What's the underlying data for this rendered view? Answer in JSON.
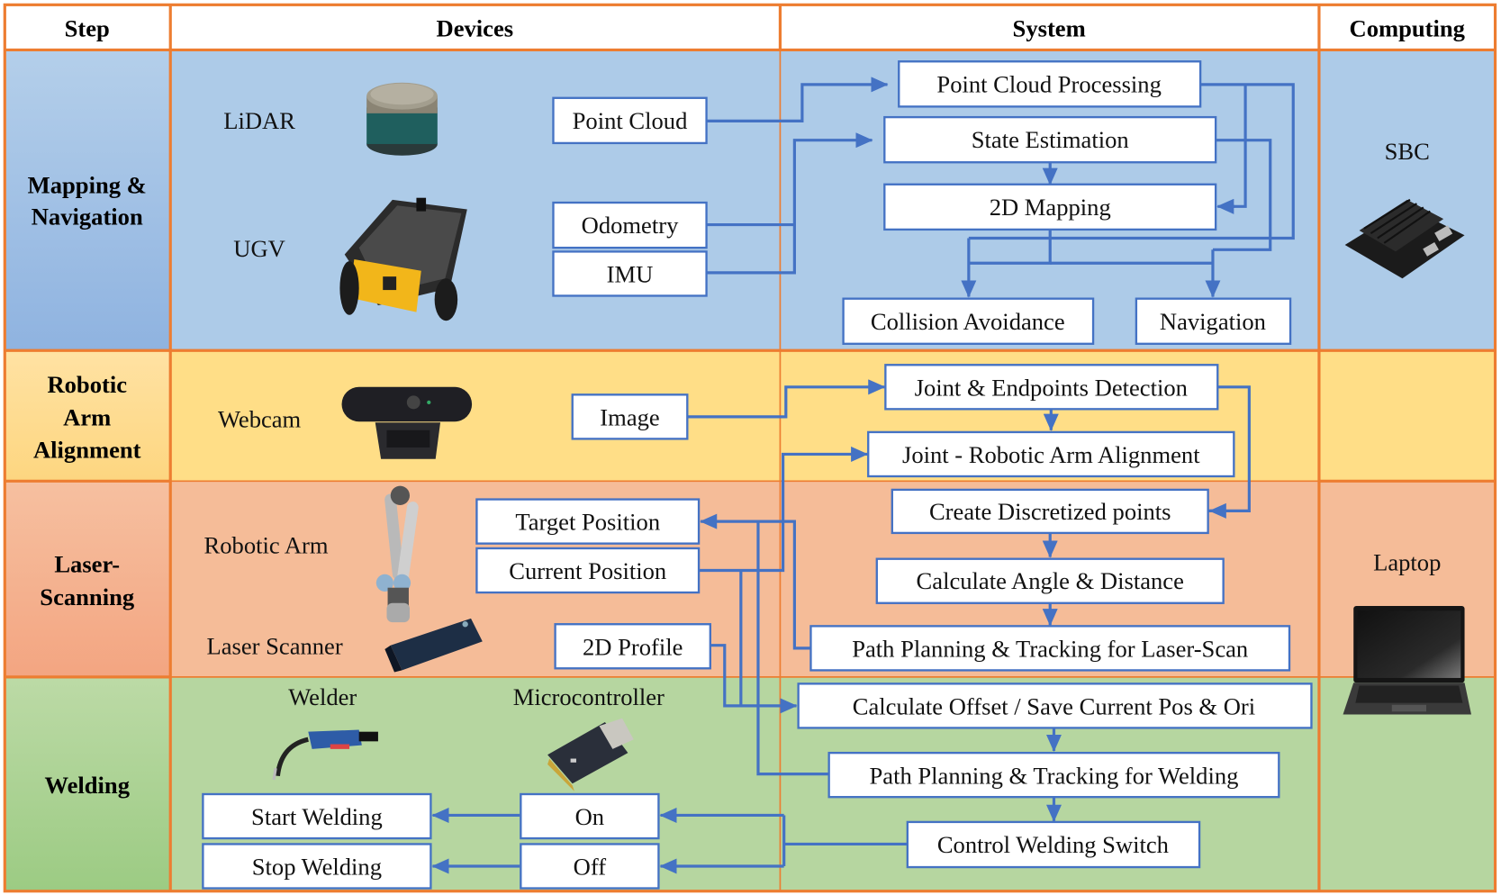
{
  "header": {
    "step": "Step",
    "devices": "Devices",
    "system": "System",
    "computing": "Computing"
  },
  "colors": {
    "border": "#ed7d31",
    "arrow": "#4472c4",
    "mapping_bg": "#adcbe8",
    "alignment_bg": "#ffde87",
    "scanning_bg": "#f5bc98",
    "welding_bg": "#b6d6a0"
  },
  "rows": {
    "mapping": {
      "step_lines": [
        "Mapping &",
        "Navigation"
      ],
      "devices": [
        "LiDAR",
        "UGV"
      ],
      "device_outputs": [
        "Point Cloud",
        "Odometry",
        "IMU"
      ],
      "system": [
        "Point Cloud Processing",
        "State Estimation",
        "2D Mapping",
        "Collision Avoidance",
        "Navigation"
      ],
      "computing": "SBC"
    },
    "alignment": {
      "step_lines": [
        "Robotic",
        "Arm",
        "Alignment"
      ],
      "devices": [
        "Webcam"
      ],
      "device_outputs": [
        "Image"
      ],
      "system": [
        "Joint & Endpoints Detection",
        "Joint - Robotic Arm Alignment"
      ]
    },
    "scanning": {
      "step_lines": [
        "Laser-",
        "Scanning"
      ],
      "devices": [
        "Robotic Arm",
        "Laser Scanner"
      ],
      "device_outputs": [
        "Target Position",
        "Current Position",
        "2D Profile"
      ],
      "system": [
        "Create Discretized points",
        "Calculate Angle & Distance",
        "Path Planning & Tracking for Laser-Scan"
      ],
      "computing": "Laptop"
    },
    "welding": {
      "step_lines": [
        "Welding"
      ],
      "devices": [
        "Welder",
        "Microcontroller"
      ],
      "device_outputs": [
        "Start Welding",
        "Stop Welding",
        "On",
        "Off"
      ],
      "system": [
        "Calculate Offset / Save Current Pos & Ori",
        "Path Planning & Tracking for Welding",
        "Control Welding Switch"
      ]
    }
  }
}
